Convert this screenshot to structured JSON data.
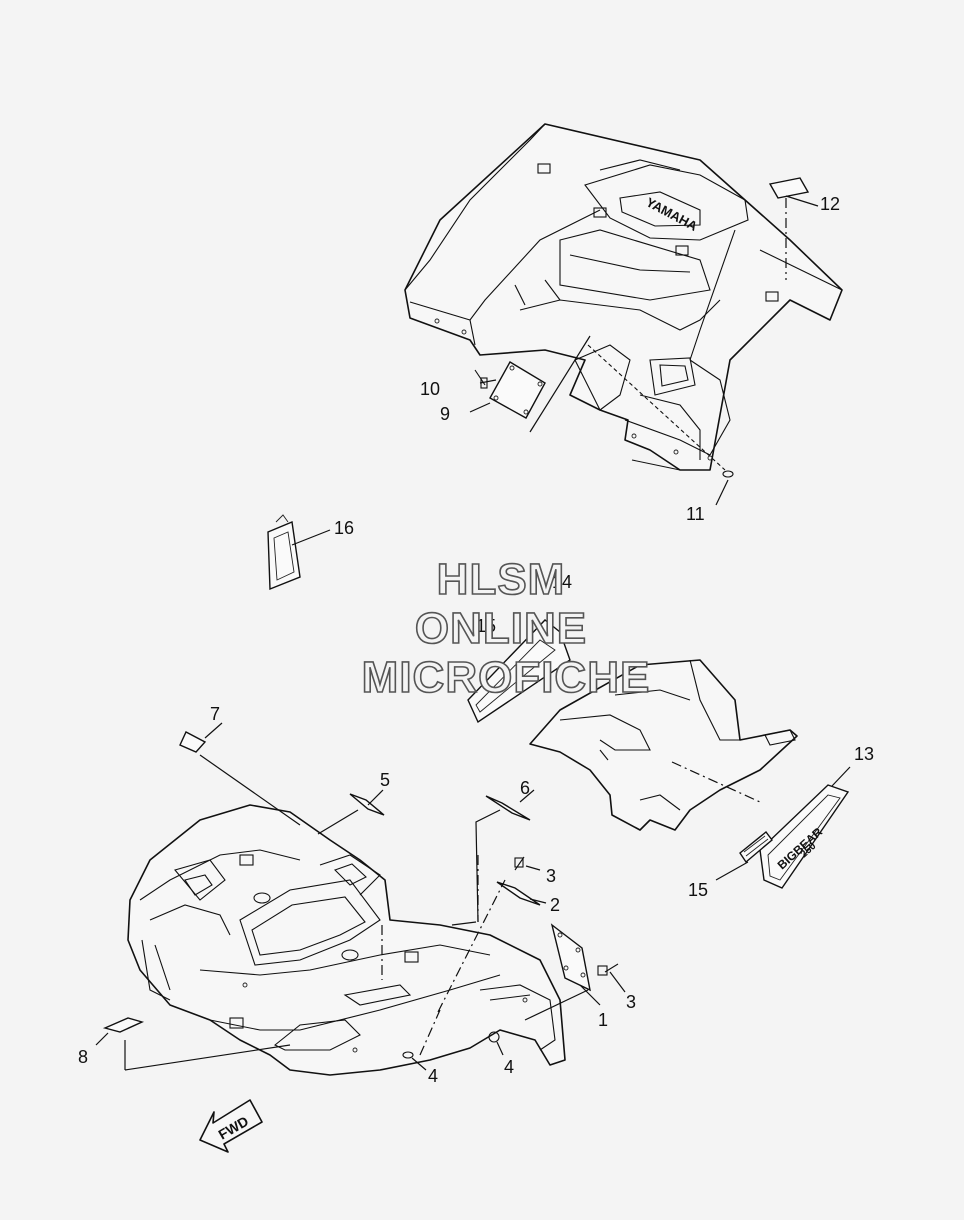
{
  "watermark": {
    "line1": "HLSM",
    "line2": "ONLINE",
    "line3": "MICROFICHE"
  },
  "rear_fender_emblem": "YAMAHA",
  "fwd_arrow": "FWD",
  "bigbear_decal": {
    "name": "BIGBEAR",
    "sub": "250"
  },
  "callouts": {
    "c1": "1",
    "c2": "2",
    "c3a": "3",
    "c3b": "3",
    "c4a": "4",
    "c4b": "4",
    "c5": "5",
    "c6": "6",
    "c7": "7",
    "c8": "8",
    "c9": "9",
    "c10": "10",
    "c11": "11",
    "c12": "12",
    "c13": "13",
    "c14": "14",
    "c15a": "15",
    "c15b": "15",
    "c16": "16"
  }
}
